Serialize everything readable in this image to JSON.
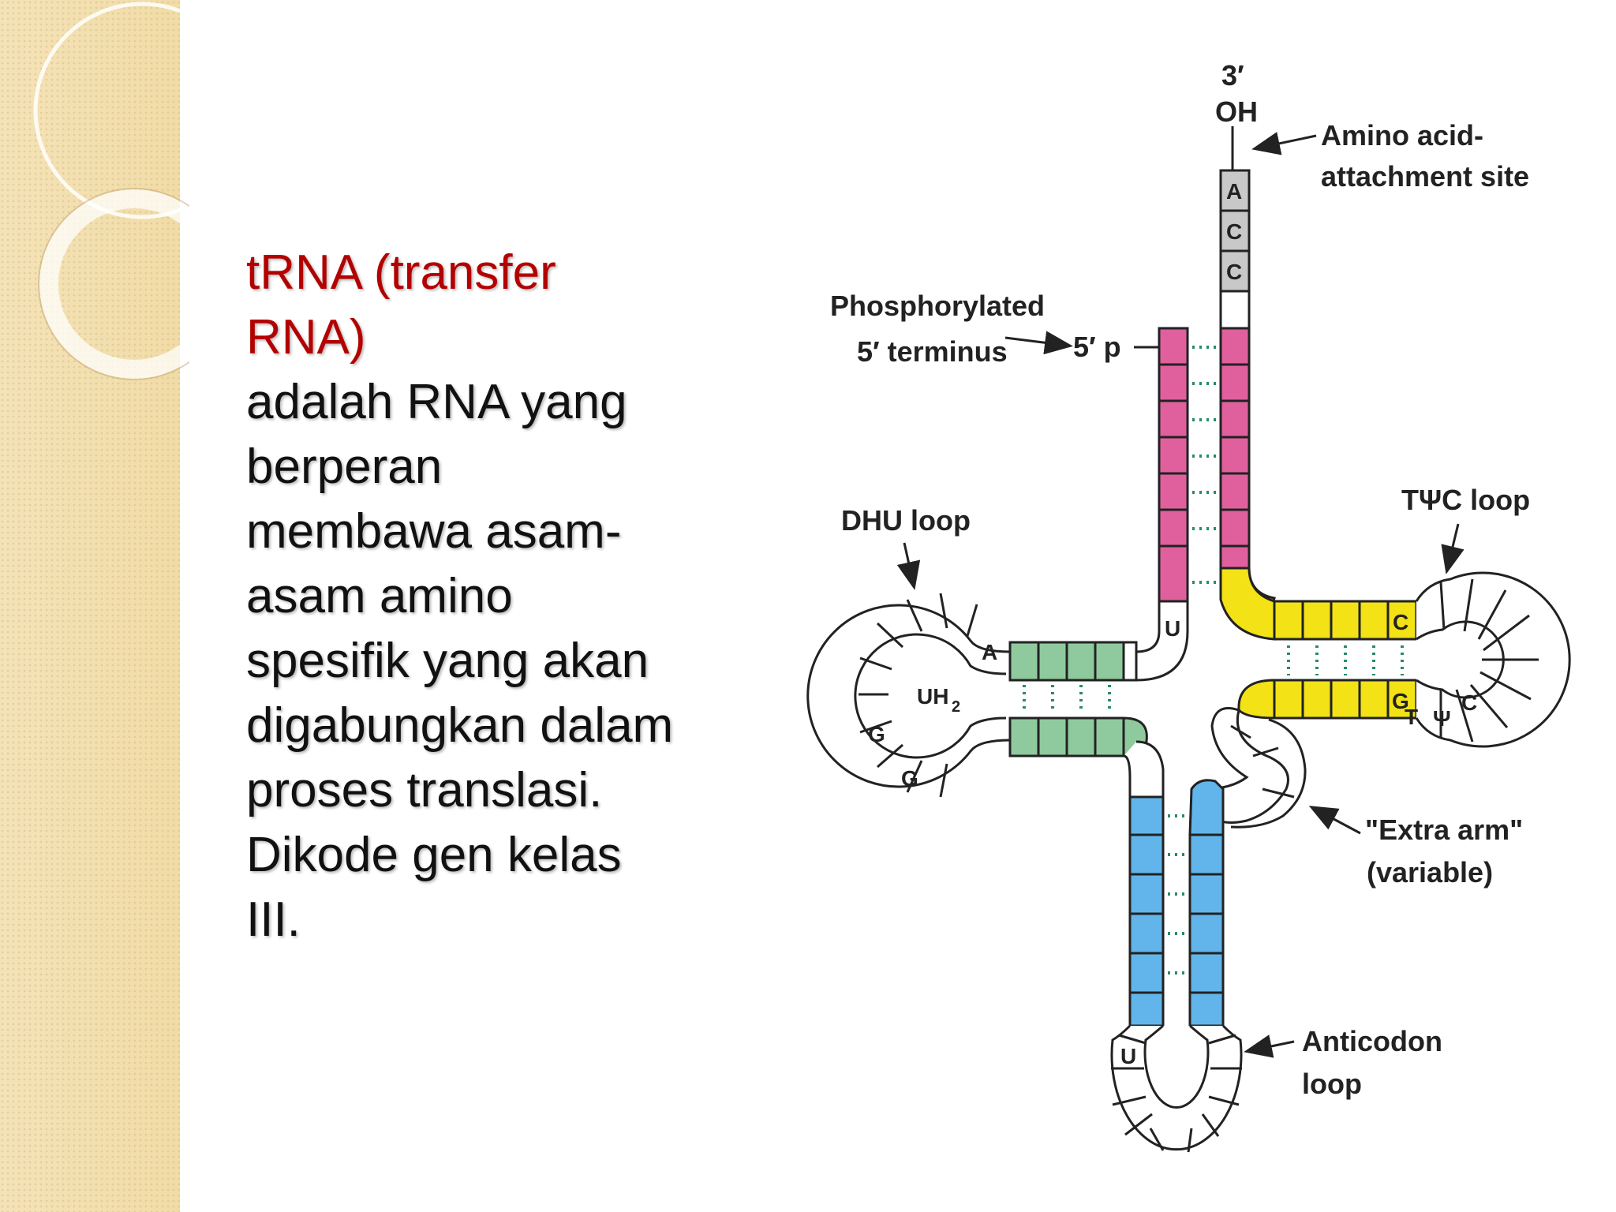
{
  "slide": {
    "heading_lines": [
      "tRNA (transfer",
      "RNA)"
    ],
    "body_lines": [
      "adalah RNA yang",
      "berperan",
      "membawa asam-",
      "asam amino",
      "spesifik yang akan",
      "digabungkan dalam",
      "proses translasi.",
      "Dikode gen kelas",
      "III."
    ]
  },
  "diagram": {
    "labels": {
      "three_prime": "3′",
      "oh": "OH",
      "amino_site_1": "Amino acid-",
      "amino_site_2": "attachment site",
      "phos_1": "Phosphorylated",
      "phos_2": "5′ terminus",
      "five_p": "5′ p",
      "dhu_loop": "DHU loop",
      "tpsic_loop": "TΨC loop",
      "extra_arm_1": "\"Extra arm\"",
      "extra_arm_2": "(variable)",
      "anticodon_1": "Anticodon",
      "anticodon_2": "loop",
      "uh2": "UH",
      "uh2_sub": "2"
    },
    "nucleotides": {
      "acc": [
        "A",
        "C",
        "C"
      ],
      "dhu_a": "A",
      "dhu_u": "U",
      "dhu_g1": "G",
      "dhu_g2": "G",
      "t_c": "C",
      "t_g": "G",
      "t_t": "T",
      "t_psi": "Ψ",
      "t_c2": "C",
      "anti_u": "U"
    },
    "colors": {
      "acceptor_stem": "#e0609e",
      "acc_end": "#c8c8c8",
      "dhu_stem": "#8fca9e",
      "tpsic_stem": "#f2e216",
      "anticodon_stem": "#62b5ea",
      "heading": "#b30000"
    }
  }
}
